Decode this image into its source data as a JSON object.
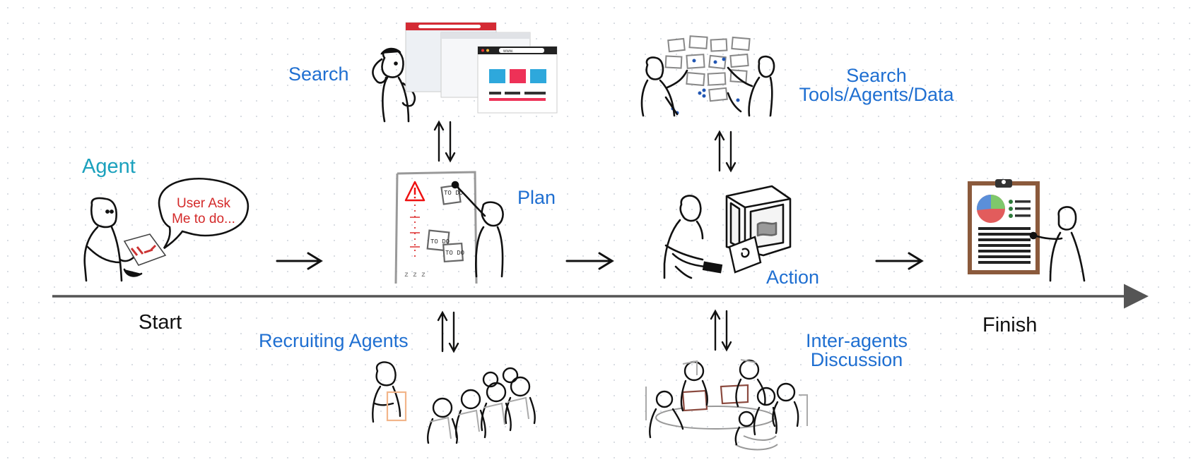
{
  "labels": {
    "agent": "Agent",
    "speech": [
      "User Ask",
      "Me to do..."
    ],
    "start": "Start",
    "finish": "Finish",
    "search": "Search",
    "plan": "Plan",
    "recruiting": "Recruiting Agents",
    "search_tools": [
      "Search",
      "Tools/Agents/Data"
    ],
    "action": "Action",
    "inter_agents": [
      "Inter-agents",
      "Discussion"
    ]
  },
  "browser": {
    "url_text": "www."
  },
  "todo_notes": [
    "TO DO",
    "TO DO",
    "TO DO"
  ],
  "sleep_text": "z z z",
  "colors": {
    "label_blue": "#1f6fd1",
    "agent_teal": "#1ba1bd",
    "speech_red": "#d42a2a",
    "axis_gray": "#555555",
    "browser_red": "#d42b34",
    "tile_blue": "#2ea8dc",
    "tile_pink": "#ee3157",
    "clipboard_brown": "#8b5a3c",
    "pie_blue": "#5b8fd9",
    "pie_green": "#7ec86b",
    "pie_red": "#e25c5c"
  },
  "icons": [
    "timeline-arrow-icon",
    "right-arrow-icon",
    "swap-arrows-icon",
    "browser-window-icon",
    "whiteboard-icon",
    "sticky-note-icon",
    "warning-icon",
    "report-clipboard-icon",
    "pie-chart-icon",
    "3d-printer-icon",
    "laptop-icon"
  ]
}
